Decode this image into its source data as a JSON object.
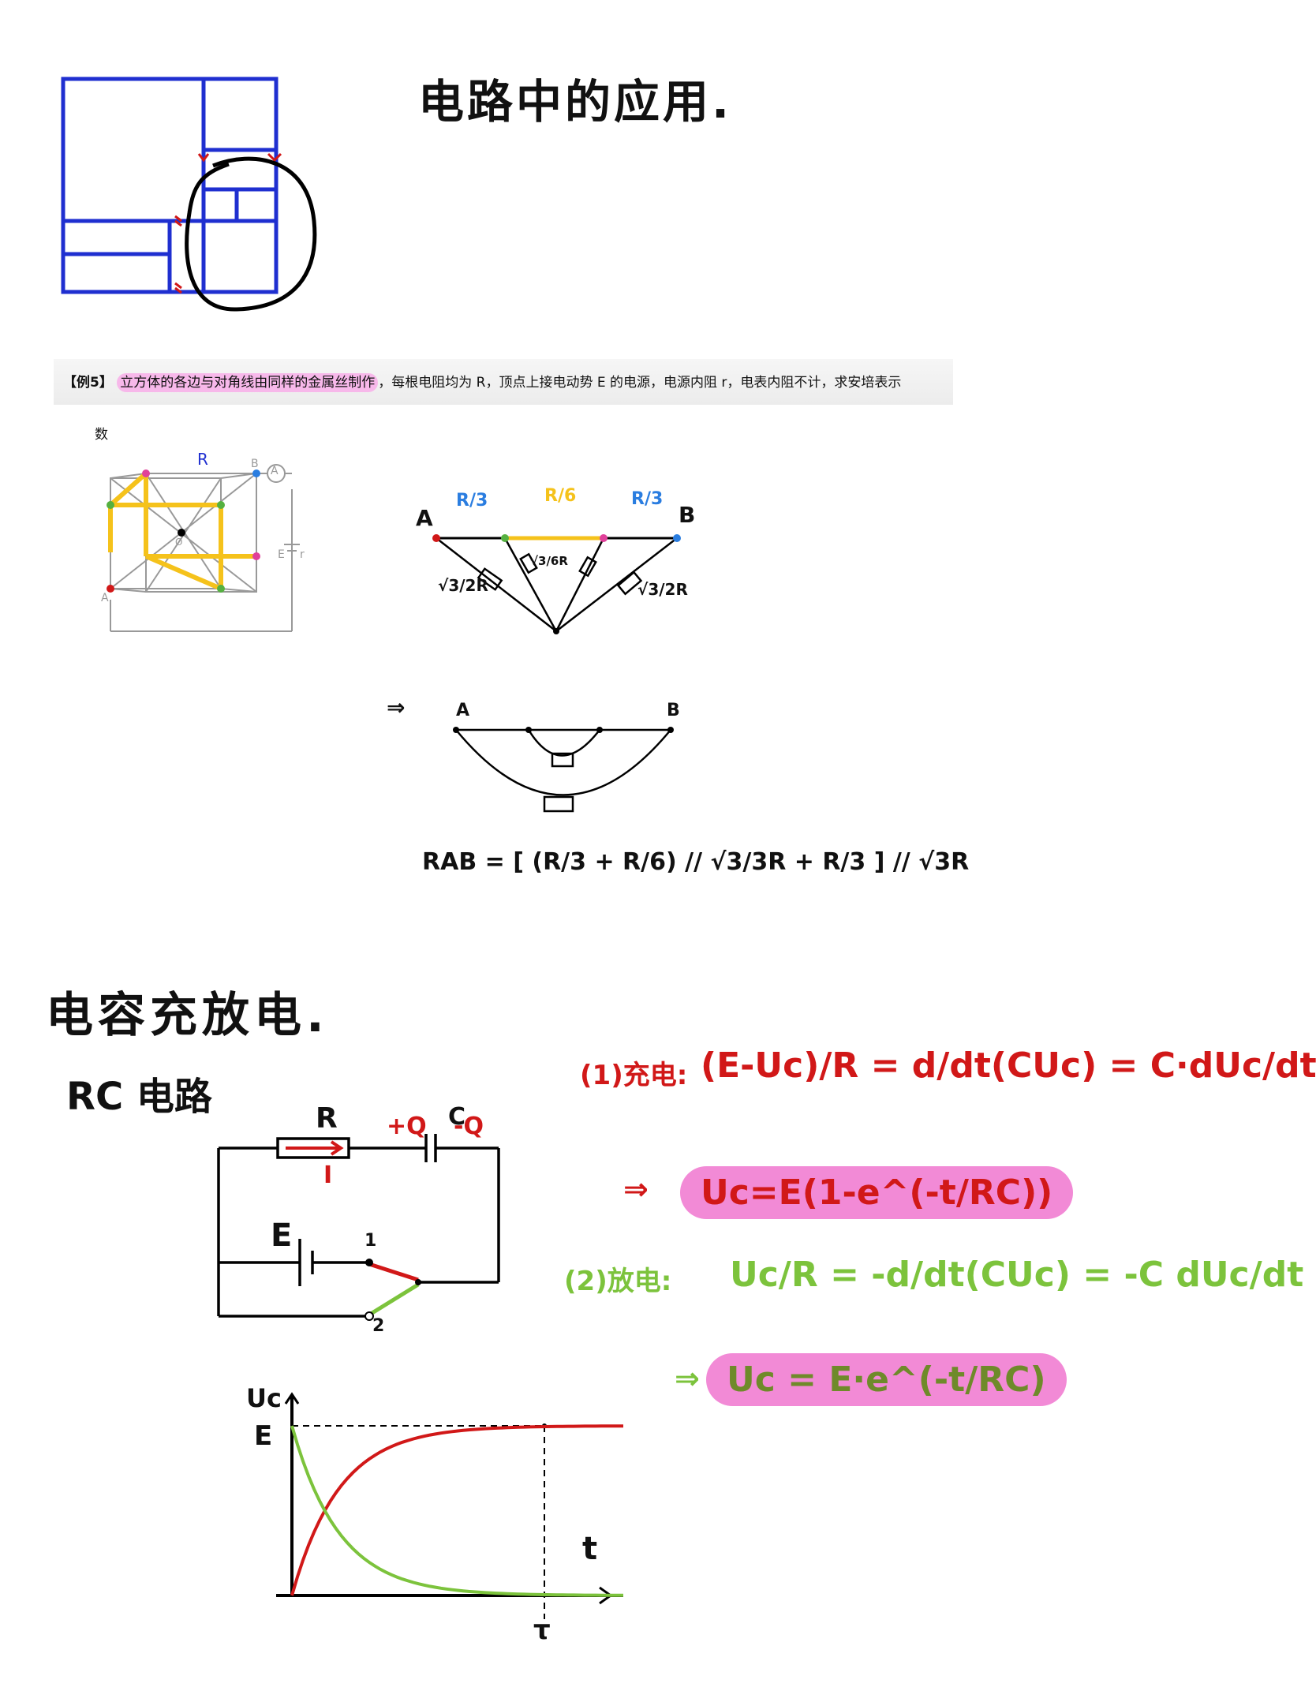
{
  "headings": {
    "circuit_application": "电路中的应用.",
    "capacitor": "电容充放电.",
    "rc_circuit": "RC 电路"
  },
  "example": {
    "tag": "【例5】",
    "text_1": "立方体的各边与对角线由同样的金属丝制作",
    "text_2": "，每根电阻均为 R，顶点上接电动势 E 的电源，电源内阻 r，电表内阻不计，求安培表示",
    "text_cont": "数"
  },
  "cube_labels": {
    "r": "R",
    "a": "A",
    "b": "B",
    "e": "E",
    "rr": "r",
    "o": "O",
    "ammeter": "A"
  },
  "network": {
    "a": "A",
    "b": "B",
    "r3_left": "R/3",
    "r6": "R/6",
    "r3_right": "R/3",
    "diag_left": "√3/2R",
    "diag_mid": "√3/6R",
    "diag_right": "√3/2R",
    "arrow": "⇒",
    "a2": "A",
    "b2": "B",
    "formula": "RAB = [ (R/3 + R/6) // √3/3R + R/3 ] // √3R"
  },
  "rc_circuit": {
    "r": "R",
    "plus_q": "+Q",
    "minus_q": "-Q",
    "c": "C",
    "i": "I",
    "e": "E",
    "pos1": "1",
    "pos2": "2"
  },
  "equations": {
    "charge_label": "(1)充电:",
    "charge_eq": "(E-Uc)/R = d/dt(CUc) = C·dUc/dt",
    "charge_result_arrow": "⇒",
    "charge_result": "Uc=E(1-e^(-t/RC))",
    "discharge_label": "(2)放电:",
    "discharge_eq": "Uc/R = -d/dt(CUc) = -C dUc/dt",
    "discharge_result_arrow": "⇒",
    "discharge_result": "Uc = E·e^(-t/RC)"
  },
  "colors": {
    "blue": "#1f2fd0",
    "red": "#d11818",
    "green": "#7cc33c",
    "yellow": "#f5c21b",
    "pink": "#f28ad6"
  },
  "chart_data": {
    "type": "line",
    "ylabel": "Uc",
    "xlabel": "t",
    "y_tick_label": "E",
    "x_tick_label": "τ",
    "series": [
      {
        "x": [
          0,
          0.2,
          0.4,
          0.6,
          0.8,
          1.0,
          1.3
        ],
        "values": [
          0,
          0.63,
          0.86,
          0.95,
          0.98,
          1.0,
          1.0
        ]
      },
      {
        "x": [
          0,
          0.2,
          0.4,
          0.6,
          0.8,
          1.0,
          1.3
        ],
        "values": [
          1,
          0.37,
          0.14,
          0.05,
          0.02,
          0.0,
          0.0
        ]
      }
    ],
    "grid": false
  }
}
